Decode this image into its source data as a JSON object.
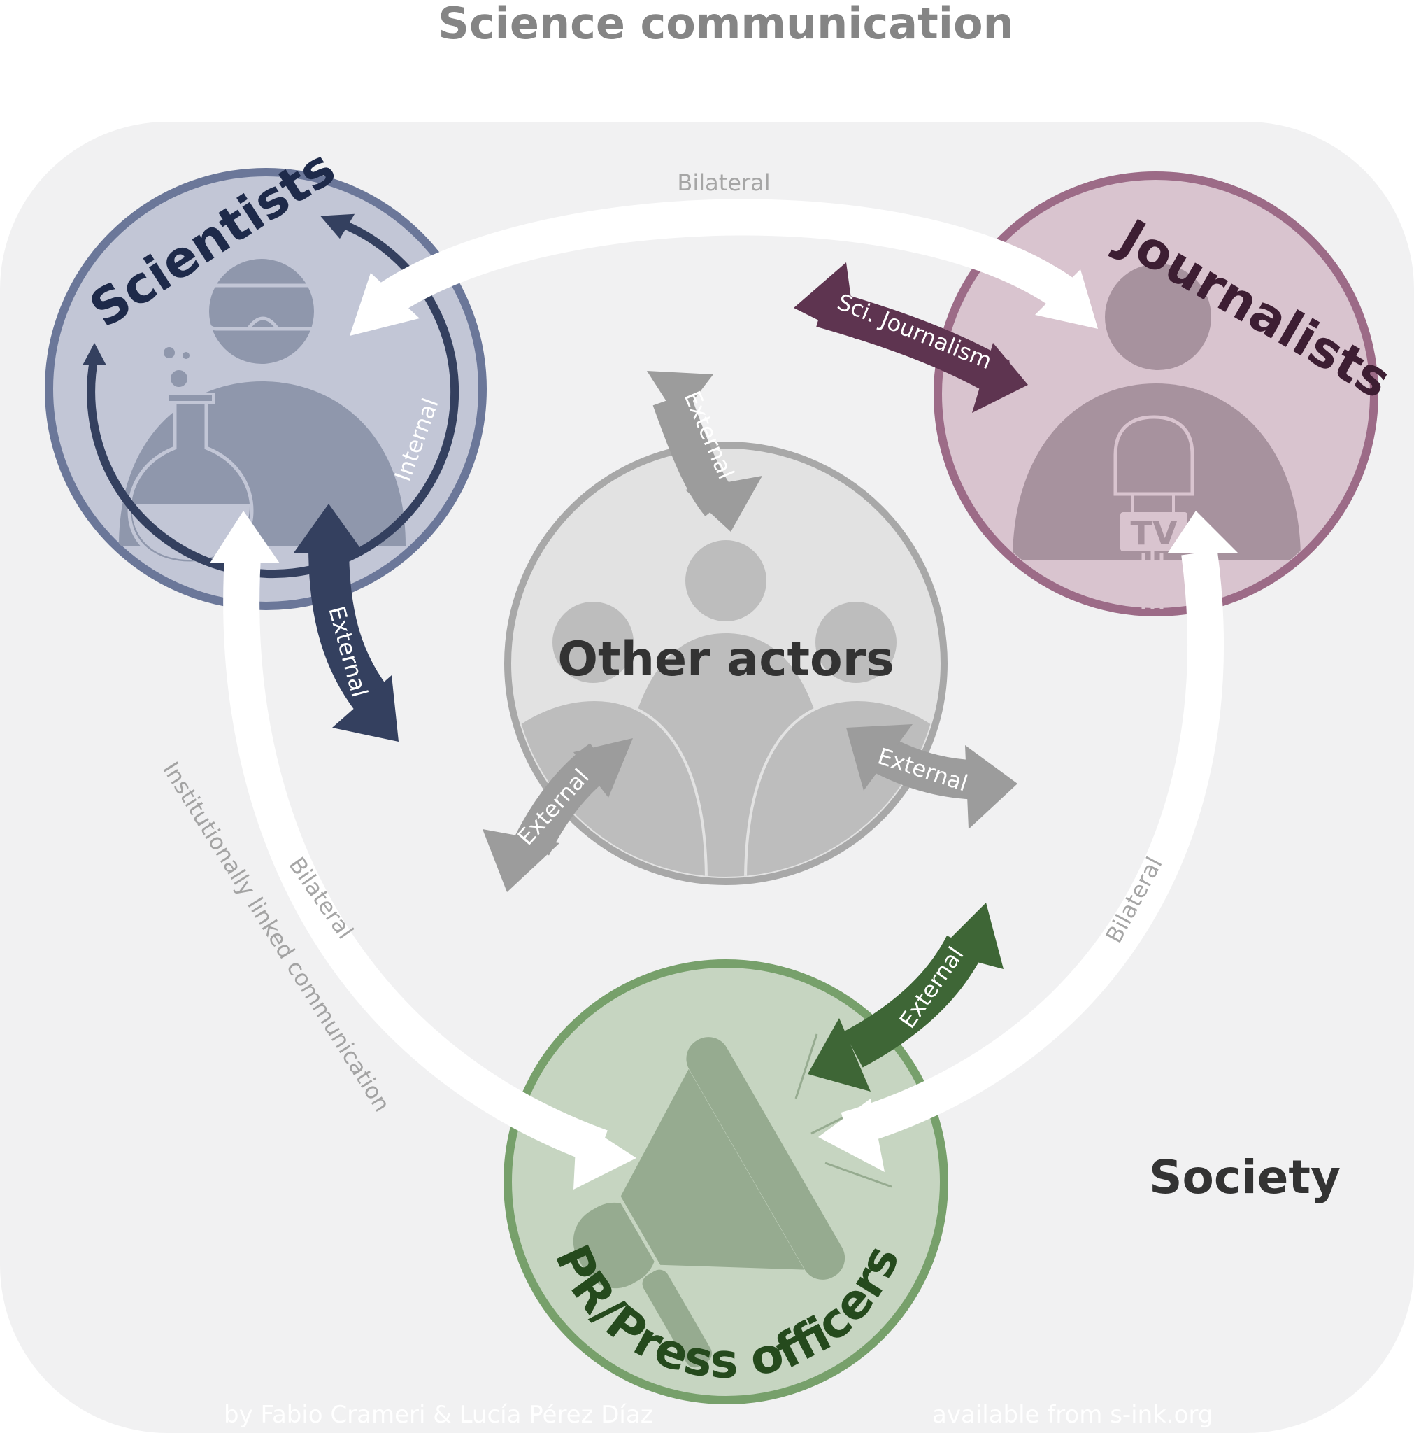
{
  "title": "Science communication",
  "society_label": "Society",
  "actors": {
    "scientists": "Scientists",
    "journalists": "Journalists",
    "other_actors": "Other actors",
    "pr_officers": "PR/Press officers"
  },
  "arrows": {
    "bilateral_top": "Bilateral",
    "bilateral_left": "Bilateral",
    "bilateral_right": "Bilateral",
    "internal": "Internal",
    "external_scientists": "External",
    "external_other_top": "External",
    "external_other_left": "External",
    "external_other_right": "External",
    "external_pr": "External",
    "sci_journalism": "Sci. Journalism"
  },
  "institutional_label": "Institutionally linked communication",
  "tv_label": "TV",
  "credits": {
    "authors": "by Fabio Crameri & Lucía Pérez Díaz",
    "source": "available from s-ink.org"
  },
  "colors": {
    "scientists_fill": "#c2c6d6",
    "scientists_ring": "#6b7799",
    "scientists_dark": "#34405f",
    "journalists_fill": "#d9c4cf",
    "journalists_ring": "#9c6b87",
    "journalists_dark": "#5e3450",
    "other_fill": "#e2e2e2",
    "other_ring": "#a8a8a8",
    "other_dark": "#9c9c9c",
    "pr_fill": "#c6d5c1",
    "pr_ring": "#77a06b",
    "pr_dark": "#3e6636",
    "society_bg": "#f1f1f2"
  },
  "icons": [
    "goggles-icon",
    "flask-icon",
    "microphone-icon",
    "megaphone-icon",
    "people-icon"
  ]
}
